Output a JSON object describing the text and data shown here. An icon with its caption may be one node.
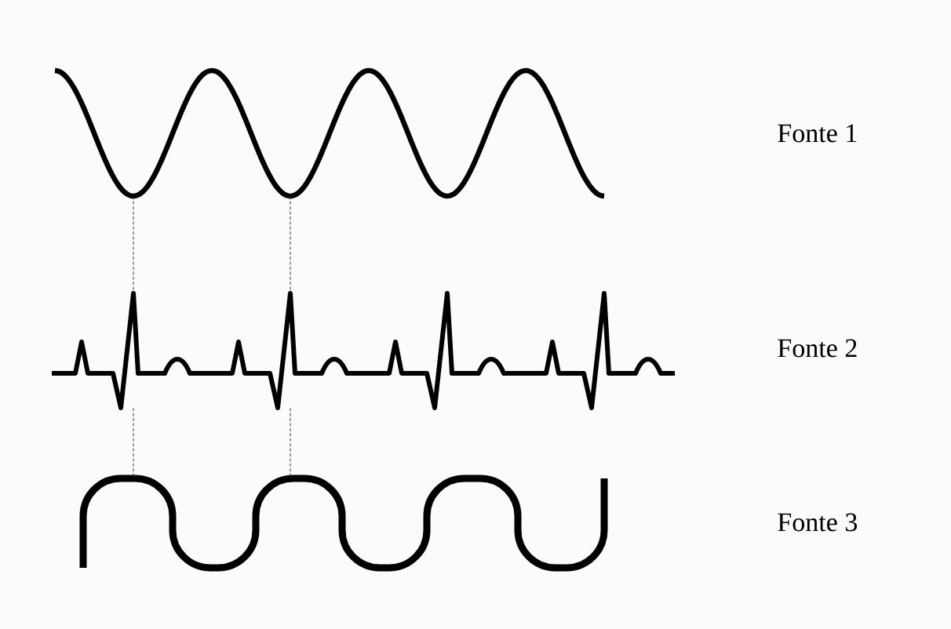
{
  "diagram": {
    "nodes": [
      {
        "text": [],
        "shape": "picture"
      },
      {
        "text": [],
        "shape": "picture"
      },
      {
        "text": [],
        "shape": "picture"
      }
    ],
    "edges": [
      {
        "from": 0,
        "to": 1,
        "arrow": "none",
        "style": "dashed"
      },
      {
        "from": 0,
        "to": 1,
        "arrow": "none",
        "style": "dashed"
      },
      {
        "from": 1,
        "to": 2,
        "arrow": "none",
        "style": "dashed"
      },
      {
        "from": 1,
        "to": 2,
        "arrow": "none",
        "style": "dashed"
      }
    ],
    "labels": [
      "Fonte 1",
      "Fonte 2",
      "Fonte 3"
    ]
  }
}
